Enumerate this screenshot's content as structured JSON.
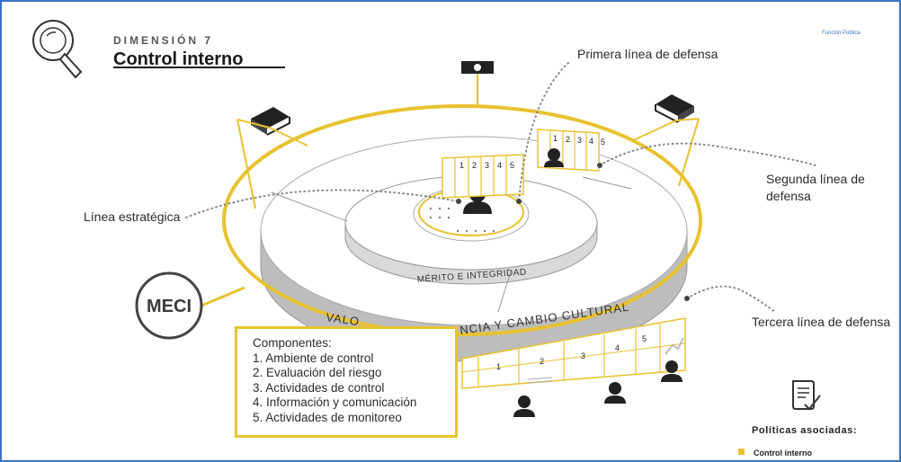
{
  "header": {
    "dimension": "DIMENSIÓN 7",
    "title": "Control interno",
    "brand": "Función Pública"
  },
  "labels": {
    "primera": "Primera línea de defensa",
    "segunda_1": "Segunda línea de",
    "segunda_2": "defensa",
    "estrategica": "Línea estratégica",
    "tercera": "Tercera línea de defensa"
  },
  "rings": {
    "merito": "MÉRITO E INTEGRIDAD",
    "valores_left": "VALO",
    "valores_right": "NCIA Y CAMBIO CULTURAL"
  },
  "meci": "MECI",
  "component_box": {
    "heading": "Componentes:",
    "items": [
      "1. Ambiente de control",
      "2. Evaluación del riesgo",
      "3. Actividades de control",
      "4. Información y comunicación",
      "5. Actividades de monitoreo"
    ]
  },
  "panel_numbers": [
    "1",
    "2",
    "3",
    "4",
    "5"
  ],
  "politicas": {
    "heading": "Políticas asociadas:",
    "item": "Control interno"
  },
  "colors": {
    "accent": "#e7c230",
    "gray_band": "#bdbdbd",
    "frame": "#3b73c4"
  }
}
